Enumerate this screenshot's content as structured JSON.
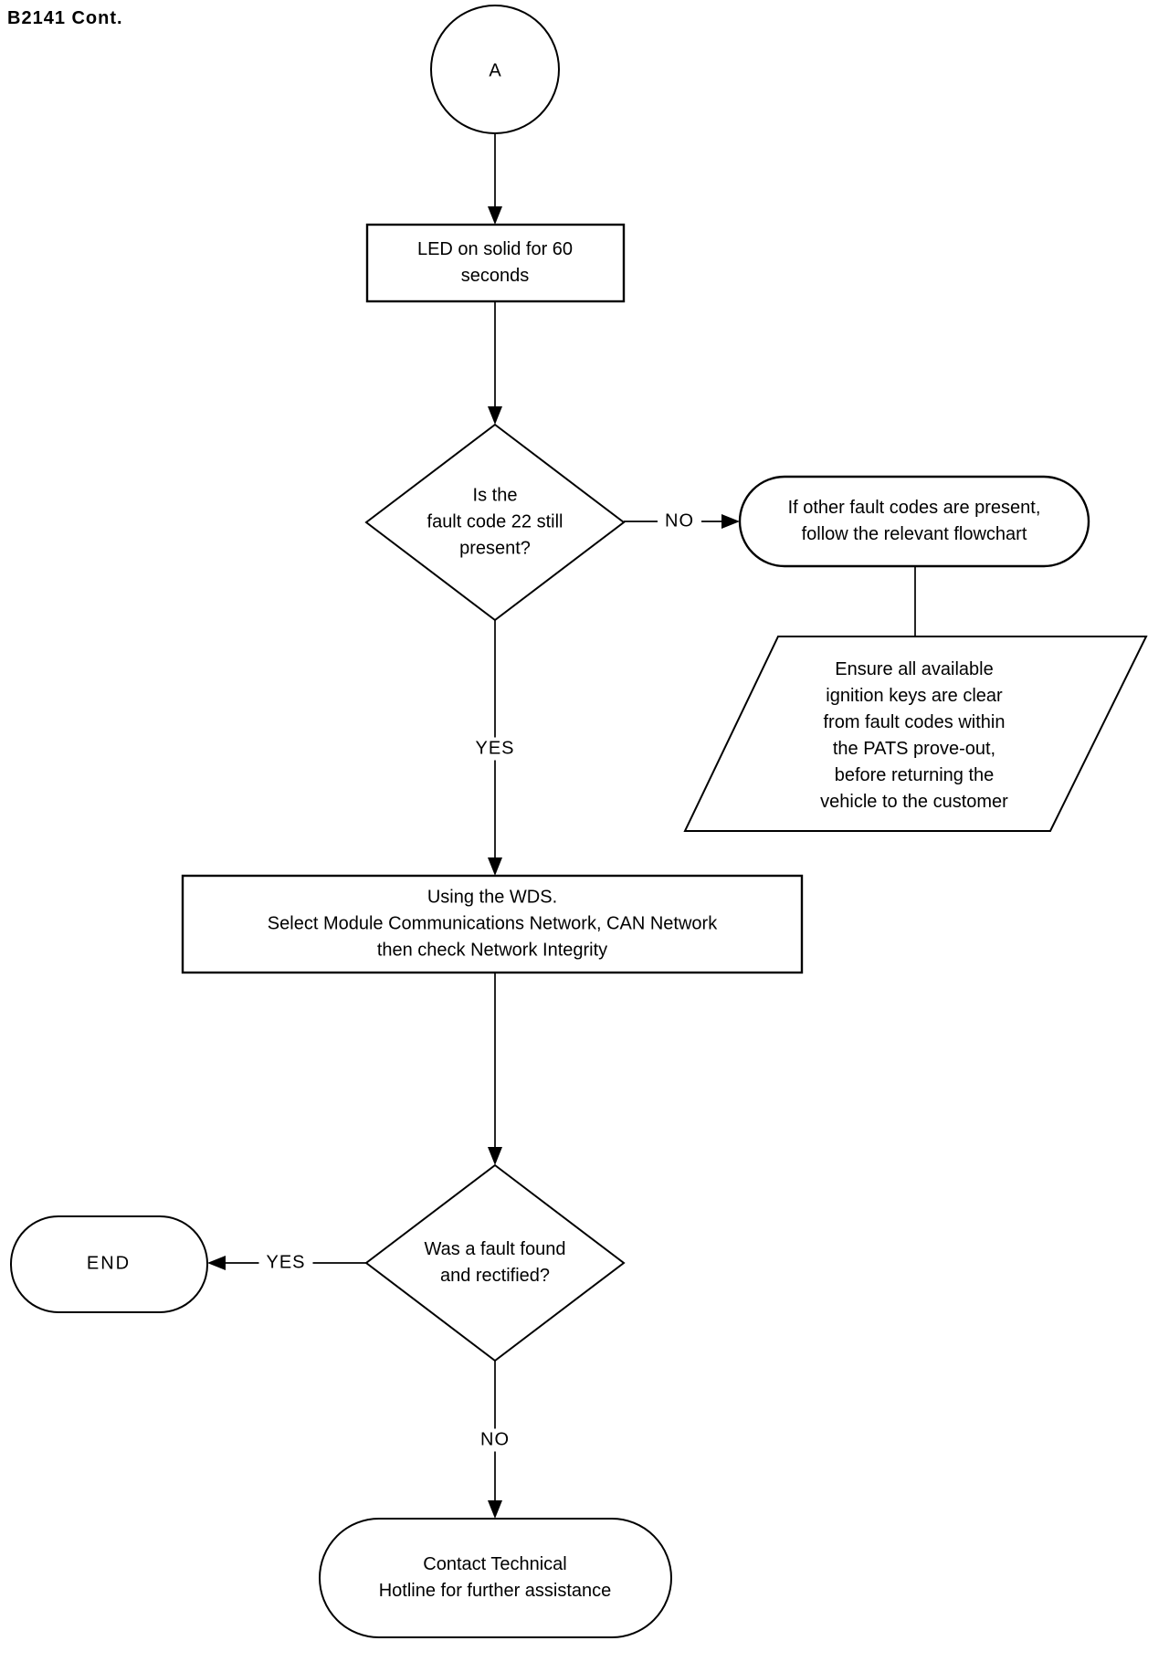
{
  "header": {
    "title": "B2141 Cont."
  },
  "flowchart": {
    "connector_a": {
      "label": "A"
    },
    "led_step": {
      "text": "LED on solid for 60\nseconds"
    },
    "fault_code_decision": {
      "text": "Is the\nfault code 22 still\npresent?",
      "no_label": "NO",
      "yes_label": "YES"
    },
    "other_codes_step": {
      "text": "If other fault codes are present,\nfollow the relevant flowchart"
    },
    "ensure_keys_note": {
      "text": "Ensure all available\nignition keys are clear\nfrom fault codes within\nthe PATS prove-out,\nbefore returning the\nvehicle to the customer"
    },
    "wds_step": {
      "text": "Using the WDS.\nSelect Module Communications Network, CAN Network\nthen check Network Integrity"
    },
    "fault_found_decision": {
      "text": "Was a fault found\nand rectified?",
      "yes_label": "YES",
      "no_label": "NO"
    },
    "end_terminator": {
      "label": "END"
    },
    "hotline_step": {
      "text": "Contact Technical\nHotline for further assistance"
    }
  },
  "colors": {
    "ink": "#000000",
    "paper": "#ffffff"
  }
}
